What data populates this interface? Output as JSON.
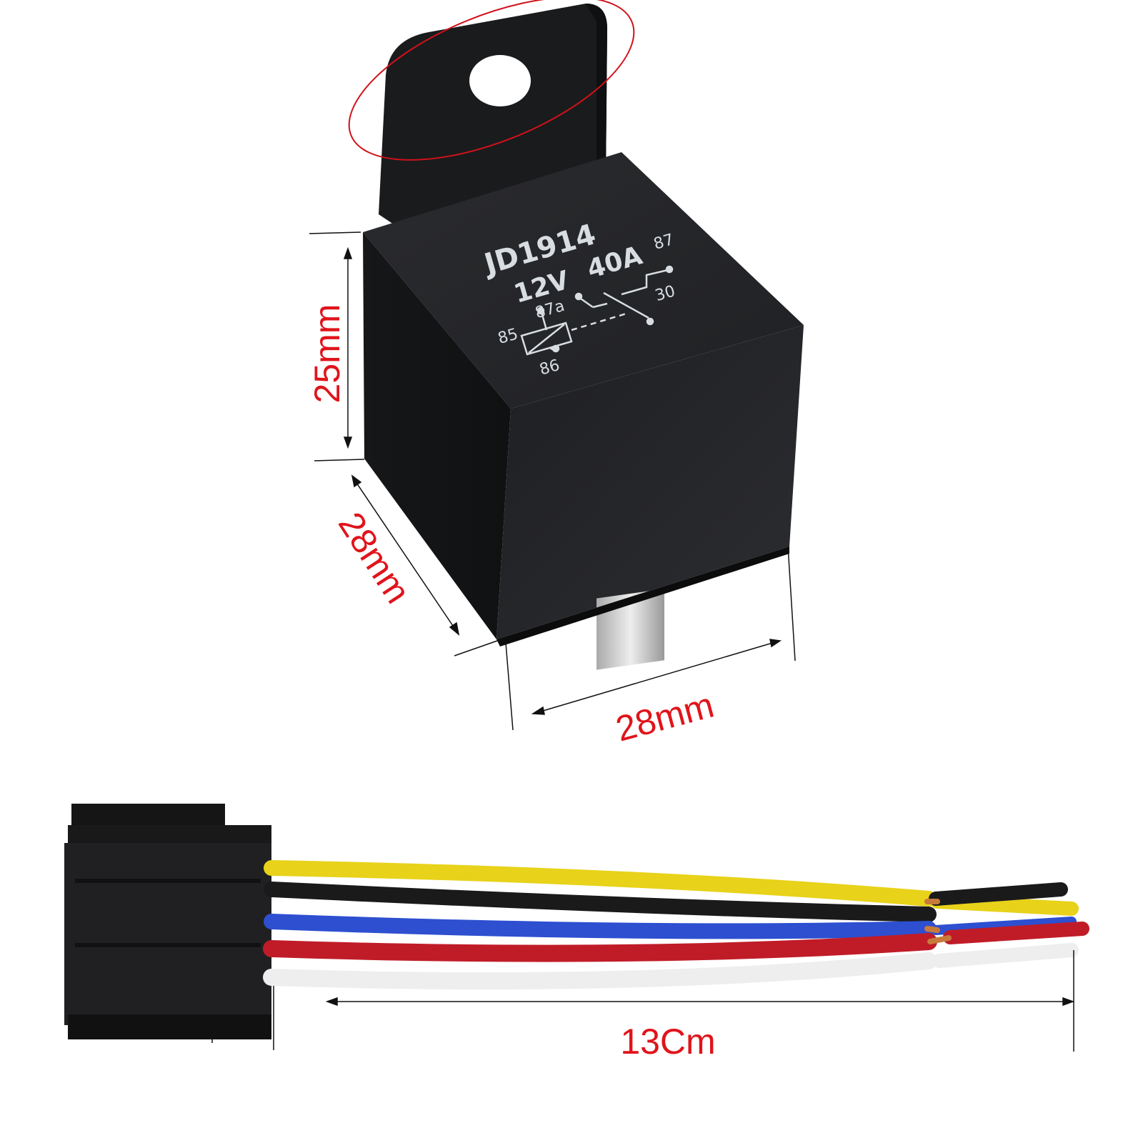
{
  "relay": {
    "model": "JD1914",
    "rating_voltage": "12V",
    "rating_current": "40A",
    "pins": {
      "p85": "85",
      "p86": "86",
      "p87a": "87a",
      "p87": "87",
      "p30": "30"
    }
  },
  "dimensions": {
    "height": "25mm",
    "depth": "28mm",
    "width": "28mm",
    "cable_length": "13Cm"
  },
  "colors": {
    "dimension_text": "#e0141b",
    "relay_body": "#1e1f21",
    "highlight_ellipse": "#d0121a",
    "wires": [
      "#e8d21a",
      "#1a1a1a",
      "#2d4fd0",
      "#c01c28",
      "#f2f2f2"
    ]
  }
}
